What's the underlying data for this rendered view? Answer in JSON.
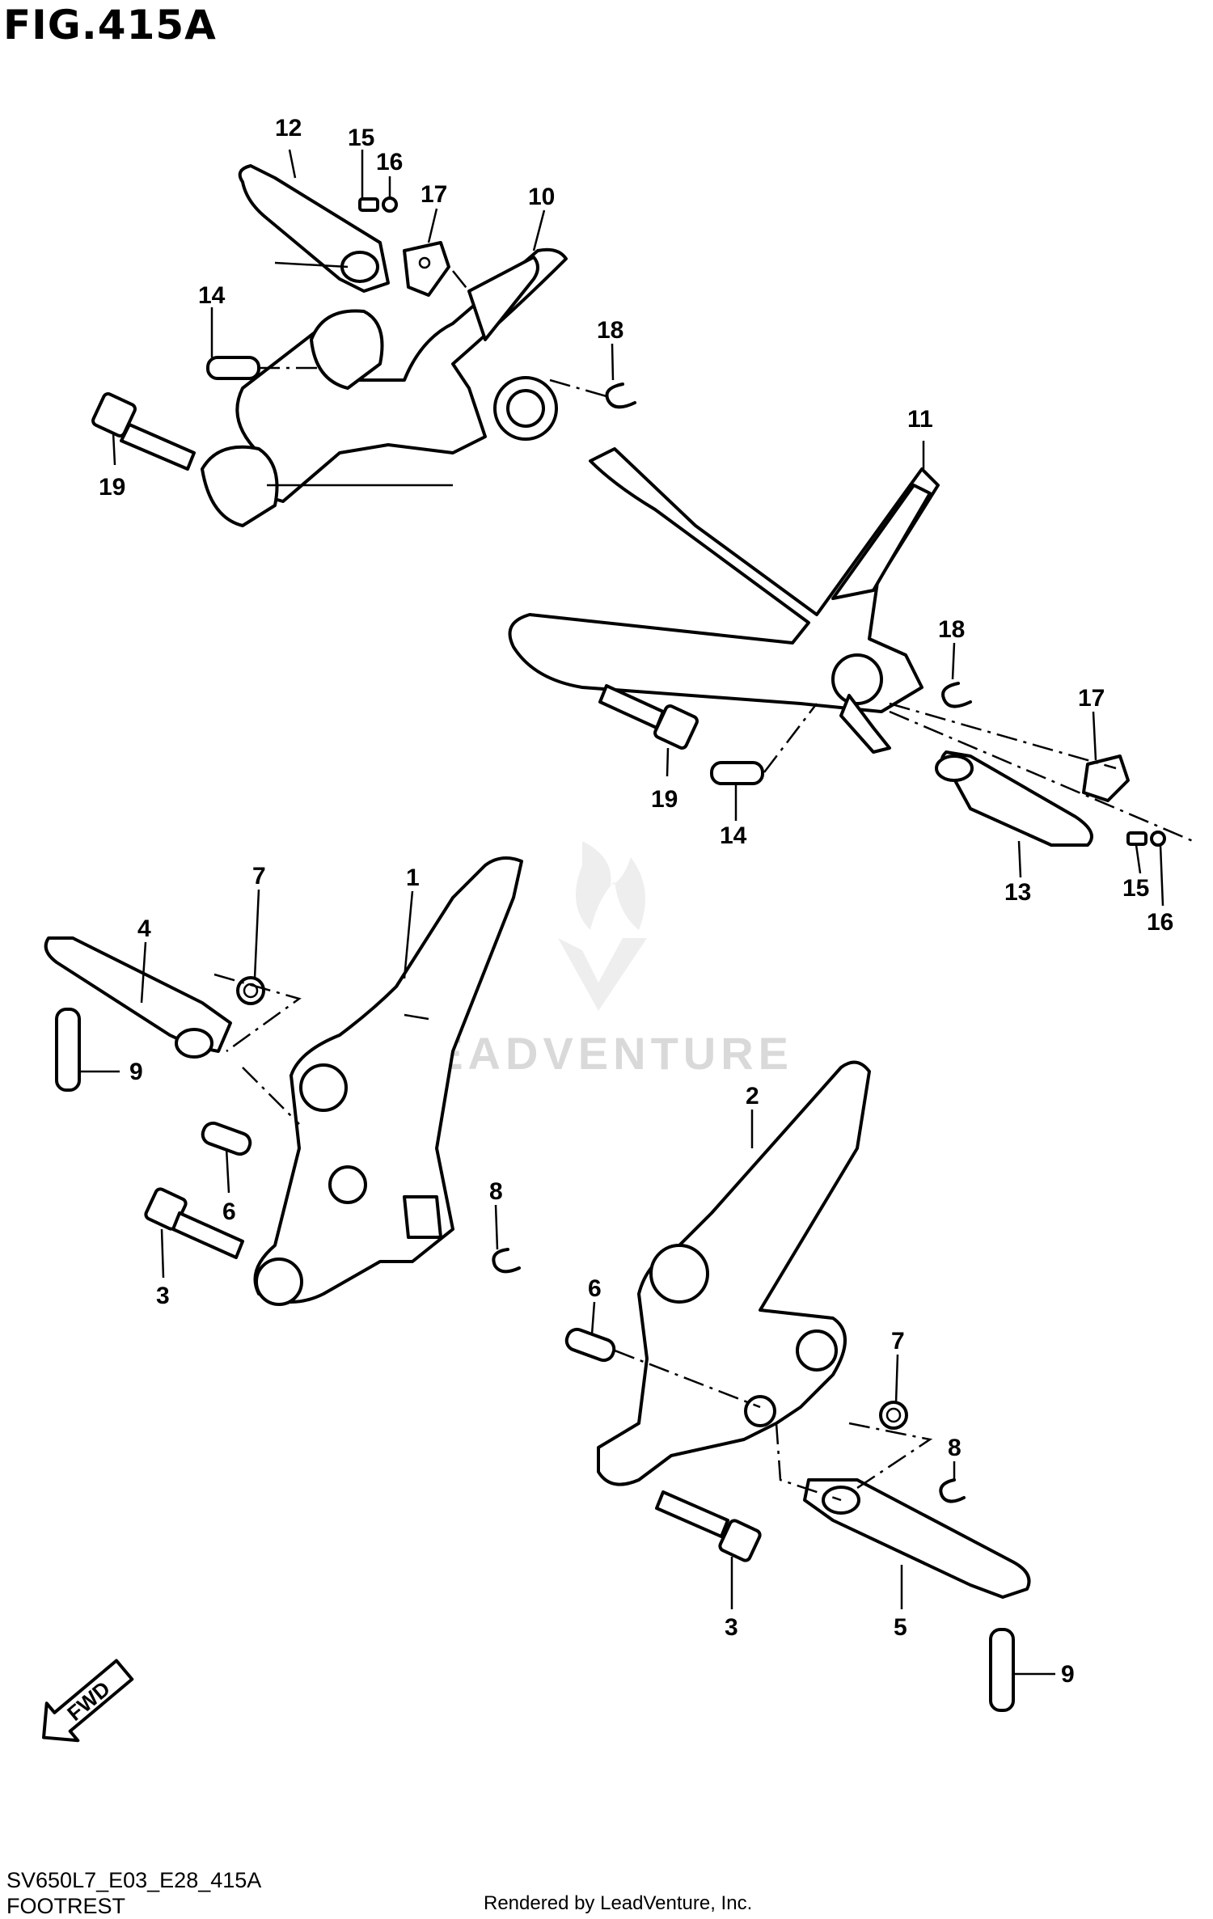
{
  "figure": {
    "title": "FIG.415A",
    "model_code": "SV650L7_E03_E28_415A",
    "description": "FOOTREST",
    "footer": "Rendered by LeadVenture, Inc.",
    "watermark": "LEADVENTURE"
  },
  "callouts": [
    {
      "id": "c12a",
      "label": "12"
    },
    {
      "id": "c15a",
      "label": "15"
    },
    {
      "id": "c16a",
      "label": "16"
    },
    {
      "id": "c17a",
      "label": "17"
    },
    {
      "id": "c10",
      "label": "10"
    },
    {
      "id": "c14a",
      "label": "14"
    },
    {
      "id": "c18a",
      "label": "18"
    },
    {
      "id": "c19a",
      "label": "19"
    },
    {
      "id": "c11",
      "label": "11"
    },
    {
      "id": "c18b",
      "label": "18"
    },
    {
      "id": "c17b",
      "label": "17"
    },
    {
      "id": "c19b",
      "label": "19"
    },
    {
      "id": "c14b",
      "label": "14"
    },
    {
      "id": "c13",
      "label": "13"
    },
    {
      "id": "c15b",
      "label": "15"
    },
    {
      "id": "c16b",
      "label": "16"
    },
    {
      "id": "c7a",
      "label": "7"
    },
    {
      "id": "c1",
      "label": "1"
    },
    {
      "id": "c4",
      "label": "4"
    },
    {
      "id": "c9a",
      "label": "9"
    },
    {
      "id": "c6a",
      "label": "6"
    },
    {
      "id": "c8a",
      "label": "8"
    },
    {
      "id": "c3a",
      "label": "3"
    },
    {
      "id": "c2",
      "label": "2"
    },
    {
      "id": "c6b",
      "label": "6"
    },
    {
      "id": "c7b",
      "label": "7"
    },
    {
      "id": "c8b",
      "label": "8"
    },
    {
      "id": "c3b",
      "label": "3"
    },
    {
      "id": "c5",
      "label": "5"
    },
    {
      "id": "c9b",
      "label": "9"
    }
  ],
  "direction_badge": {
    "label": "FWD",
    "icon": "fwd-arrow-icon"
  }
}
